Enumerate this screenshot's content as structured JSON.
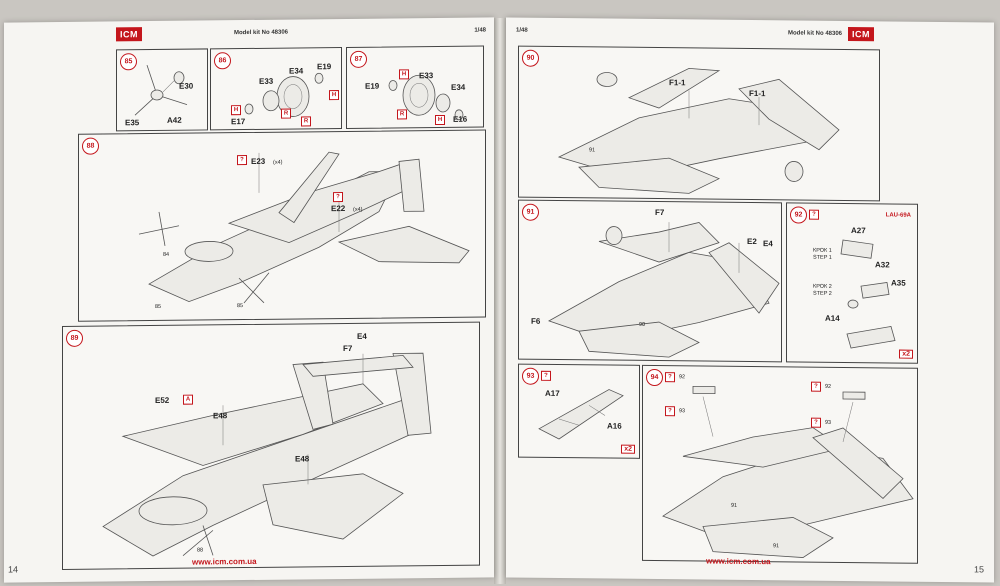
{
  "left_page": {
    "header": "Model kit No 48306",
    "scale": "1/48",
    "logo": "ICM",
    "footer_url": "www.icm.com.ua",
    "page_number": "14",
    "steps": {
      "s85": {
        "number": "85",
        "labels": [
          "E30",
          "E35",
          "A42"
        ]
      },
      "s86": {
        "number": "86",
        "labels": [
          "E33",
          "E34",
          "E19",
          "E17"
        ],
        "tags": [
          "R",
          "H",
          "R",
          "H"
        ]
      },
      "s87": {
        "number": "87",
        "labels": [
          "E19",
          "E33",
          "E34",
          "E16"
        ],
        "tags": [
          "H",
          "R",
          "H"
        ]
      },
      "s88": {
        "number": "88",
        "labels": [
          "E23",
          "(x4)",
          "E22",
          "(x4)",
          "84",
          "85",
          "85"
        ],
        "tags": [
          "?",
          "?"
        ]
      },
      "s89": {
        "number": "89",
        "labels": [
          "E4",
          "F7",
          "E52",
          "E48",
          "E48",
          "88"
        ],
        "tags": [
          "A"
        ]
      }
    }
  },
  "right_page": {
    "header": "Model kit No 48306",
    "scale": "1/48",
    "logo": "ICM",
    "footer_url": "www.icm.com.ua",
    "page_number": "15",
    "steps": {
      "s90": {
        "number": "90",
        "labels": [
          "F1-1",
          "F1-1",
          "91"
        ]
      },
      "s91": {
        "number": "91",
        "labels": [
          "F7",
          "E2",
          "E4",
          "F6",
          "90"
        ]
      },
      "s92": {
        "number": "92",
        "title": "LAU-69A",
        "labels": [
          "A27",
          "A32",
          "A35",
          "A14",
          "КРОК 1",
          "STEP 1",
          "КРОК 2",
          "STEP 2"
        ],
        "mult": "x2",
        "tags": [
          "?"
        ]
      },
      "s93": {
        "number": "93",
        "labels": [
          "A17",
          "A16"
        ],
        "mult": "x2",
        "tags": [
          "?"
        ]
      },
      "s94": {
        "number": "94",
        "labels": [
          "92",
          "93",
          "92",
          "93",
          "91",
          "91"
        ],
        "tags": [
          "?",
          "?",
          "?",
          "?"
        ]
      }
    }
  }
}
